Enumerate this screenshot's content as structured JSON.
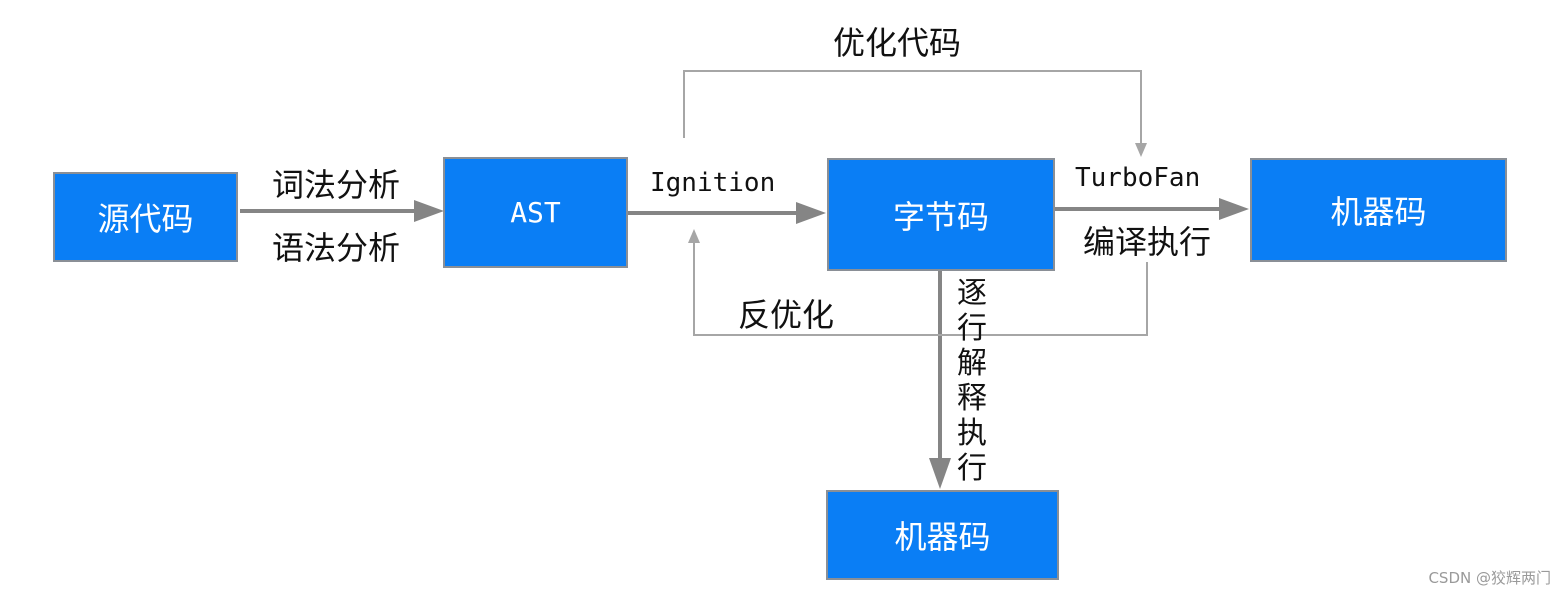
{
  "nodes": {
    "source": "源代码",
    "ast": "AST",
    "bytecode": "字节码",
    "machine_right": "机器码",
    "machine_bottom": "机器码"
  },
  "labels": {
    "lexical": "词法分析",
    "syntax": "语法分析",
    "ignition": "Ignition",
    "optimize": "优化代码",
    "turbofan": "TurboFan",
    "compile_exec": "编译执行",
    "deoptimize": "反优化",
    "interpret": "逐行解释执行"
  },
  "watermark": "CSDN @狡辉两门",
  "colors": {
    "node_fill": "#0a7ef5",
    "node_border": "#8a8f96",
    "arrow": "#858585",
    "thin_line": "#a6a6a6"
  }
}
